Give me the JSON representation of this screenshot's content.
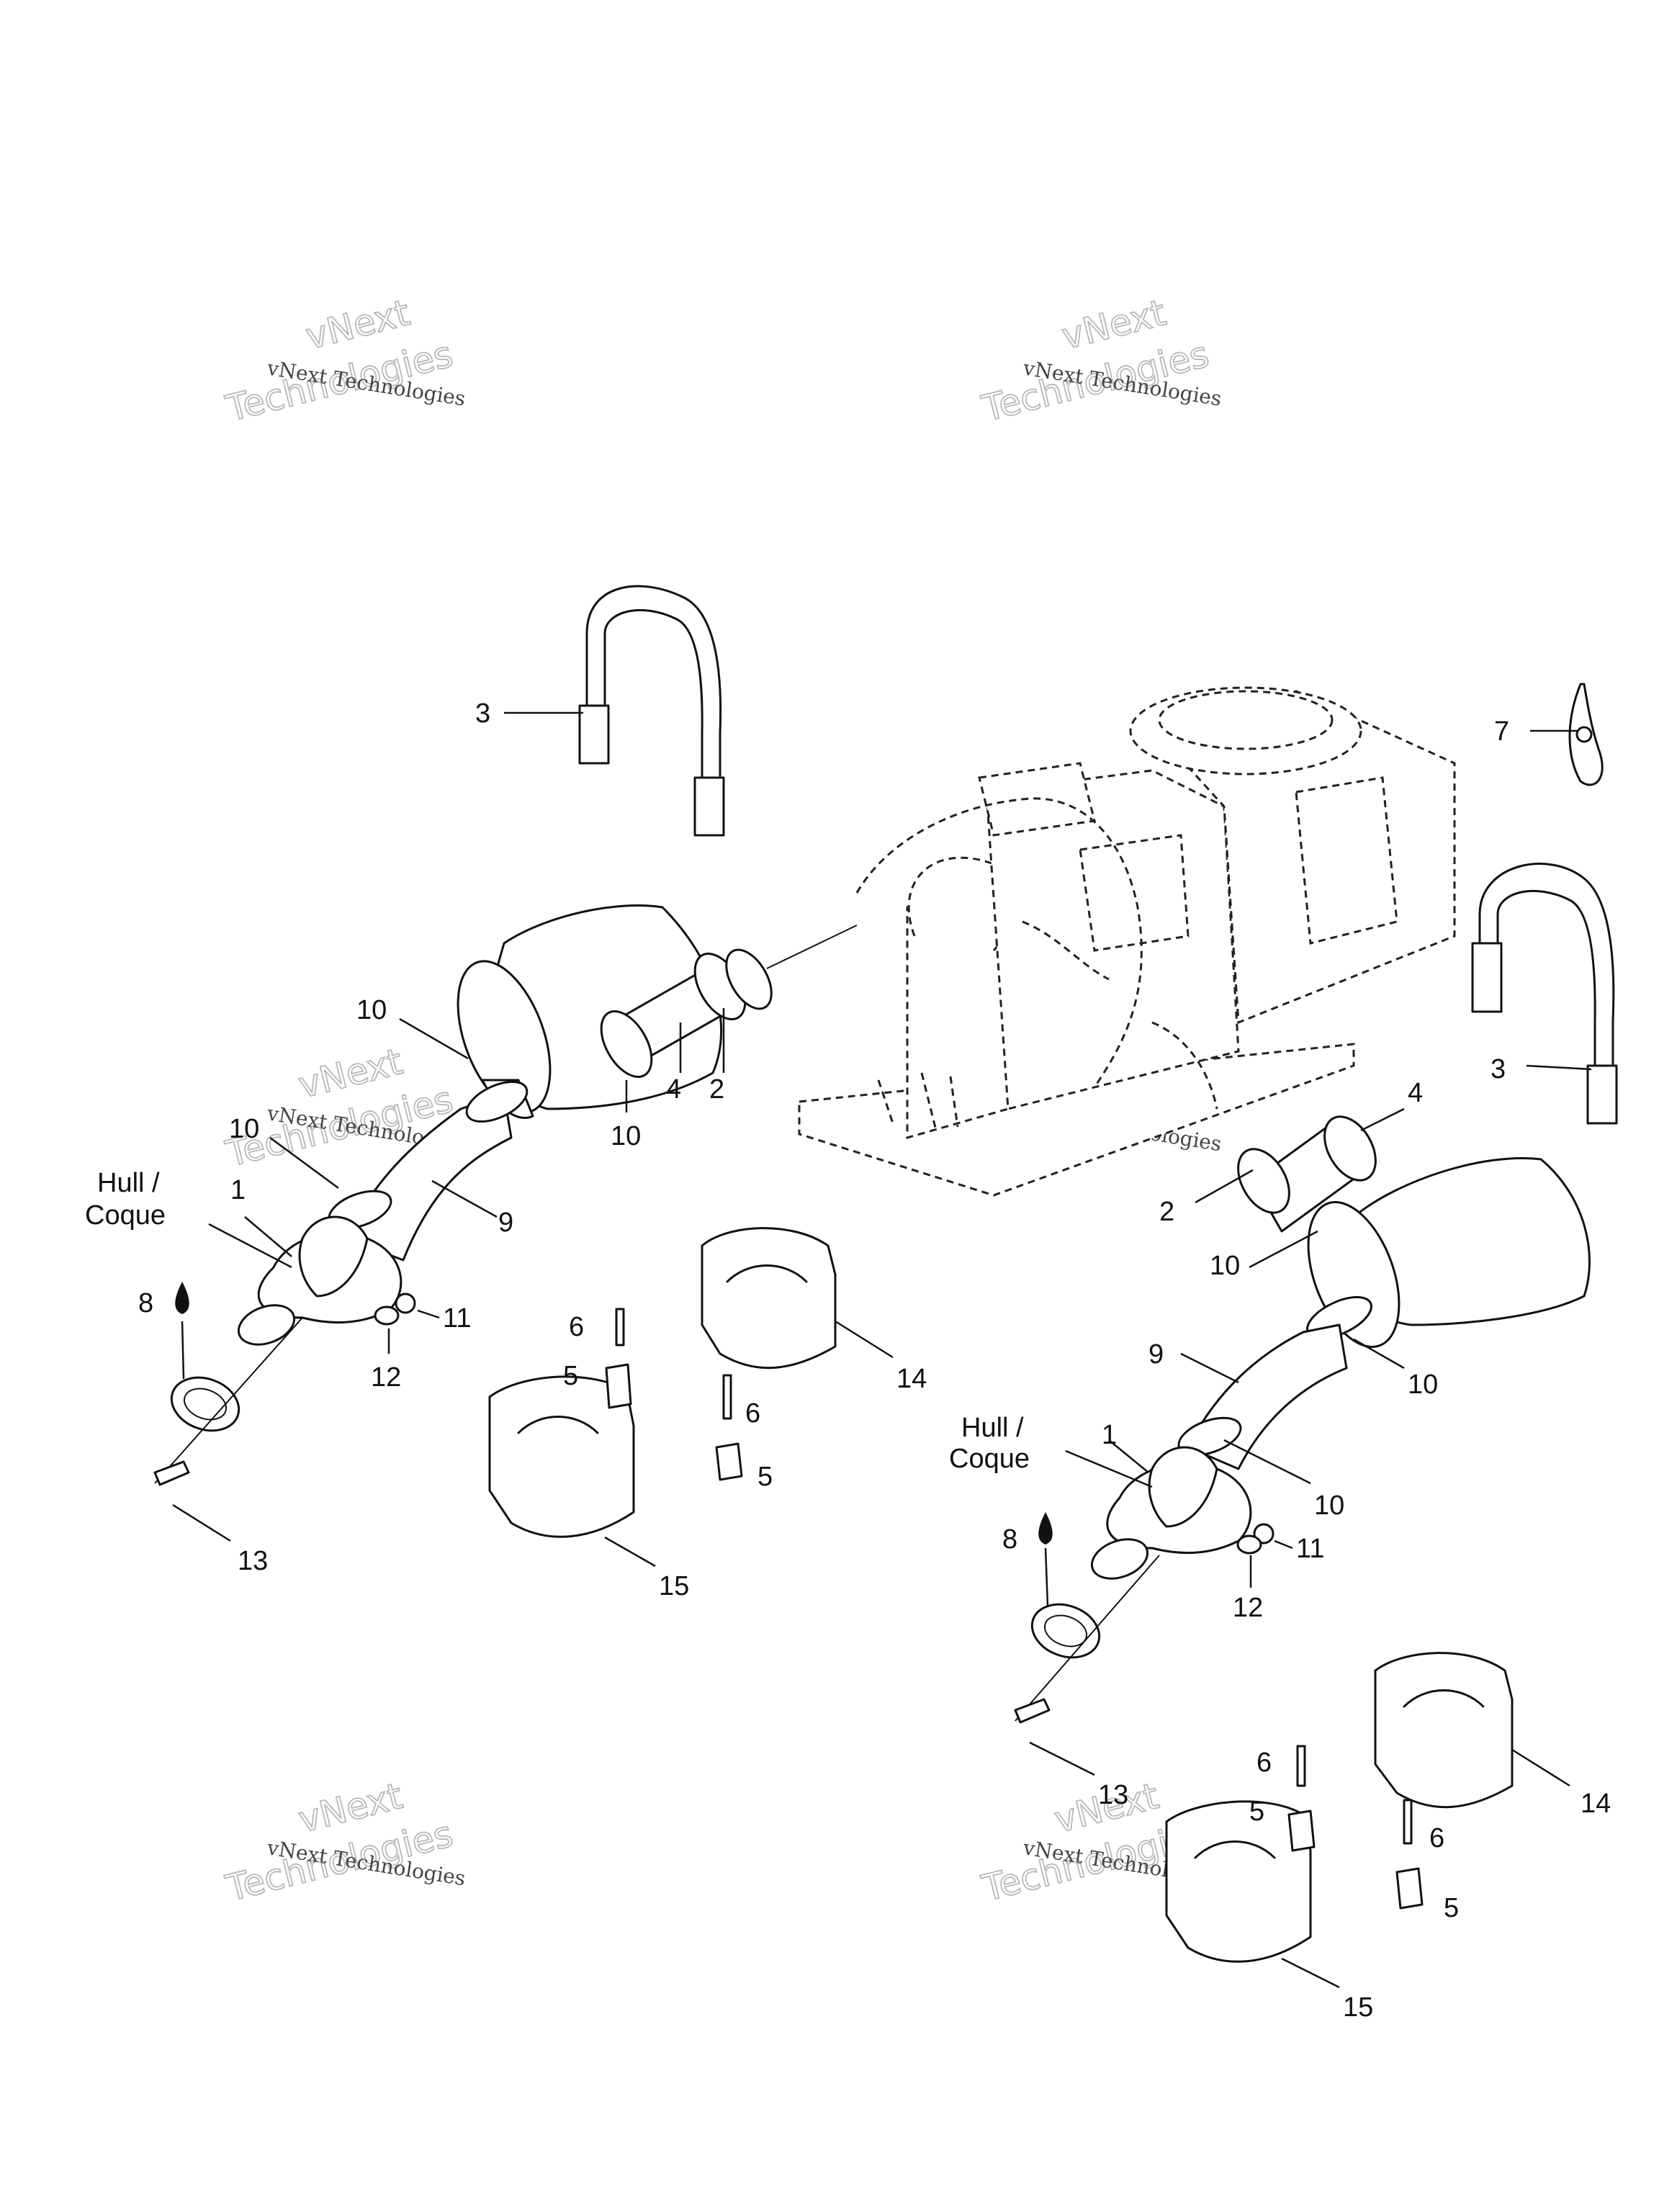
{
  "callouts": {
    "c1a": "1",
    "c1b": "1",
    "c2a": "2",
    "c2b": "2",
    "c3a": "3",
    "c3b": "3",
    "c4a": "4",
    "c4b": "4",
    "c5a": "5",
    "c5b": "5",
    "c5c": "5",
    "c5d": "5",
    "c6a": "6",
    "c6b": "6",
    "c6c": "6",
    "c6d": "6",
    "c7": "7",
    "c8a": "8",
    "c8b": "8",
    "c9a": "9",
    "c9b": "9",
    "c10a": "10",
    "c10b": "10",
    "c10c": "10",
    "c10d": "10",
    "c10e": "10",
    "c10f": "10",
    "c11a": "11",
    "c11b": "11",
    "c12a": "12",
    "c12b": "12",
    "c13a": "13",
    "c13b": "13",
    "c14a": "14",
    "c14b": "14",
    "c15a": "15",
    "c15b": "15"
  },
  "hull_label": {
    "line1": "Hull /",
    "line2": "Coque"
  },
  "watermark": {
    "small": "vNext Technologies",
    "big_top": "vNext",
    "big_bottom": "Technologies"
  }
}
